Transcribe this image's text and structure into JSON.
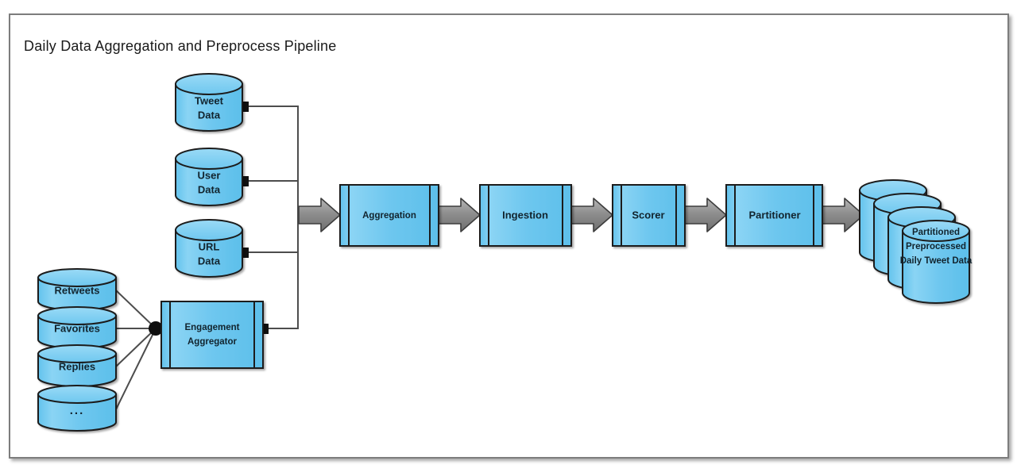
{
  "diagram": {
    "title": "Daily Data Aggregation and Preprocess Pipeline",
    "colors": {
      "node_fill": "#6ec7ef",
      "node_fill_light": "#8fd6f5",
      "node_stroke": "#1b1b1b",
      "arrow_fill": "#8c8c8c",
      "arrow_stroke": "#3d3d3d",
      "line": "#4d4d4d",
      "frame": "#7d7d7d",
      "text": "#12242e",
      "title_text": "#1a1a1a",
      "background": "#ffffff"
    },
    "sources": [
      {
        "id": "tweet-data",
        "label_line1": "Tweet",
        "label_line2": "Data",
        "shape": "cylinder"
      },
      {
        "id": "user-data",
        "label_line1": "User",
        "label_line2": "Data",
        "shape": "cylinder"
      },
      {
        "id": "url-data",
        "label_line1": "URL",
        "label_line2": "Data",
        "shape": "cylinder"
      }
    ],
    "engagement_sources": [
      {
        "id": "retweets",
        "label": "Retweets",
        "shape": "cylinder"
      },
      {
        "id": "favorites",
        "label": "Favorites",
        "shape": "cylinder"
      },
      {
        "id": "replies",
        "label": "Replies",
        "shape": "cylinder"
      },
      {
        "id": "more",
        "label": "...",
        "shape": "cylinder"
      }
    ],
    "aggregator": {
      "id": "engagement-aggregator",
      "label_line1": "Engagement",
      "label_line2": "Aggregator",
      "shape": "component"
    },
    "pipeline": [
      {
        "id": "aggregation",
        "label": "Aggregation",
        "shape": "component"
      },
      {
        "id": "ingestion",
        "label": "Ingestion",
        "shape": "component"
      },
      {
        "id": "scorer",
        "label": "Scorer",
        "shape": "component"
      },
      {
        "id": "partitioner",
        "label": "Partitioner",
        "shape": "component"
      }
    ],
    "output": {
      "id": "partitioned-output",
      "label_line1": "Partitioned",
      "label_line2": "Preprocessed",
      "label_line3": "Daily Tweet Data",
      "shape": "cylinder-stack",
      "stack_count": 4
    },
    "connectors": {
      "bus_label": "merge-bus",
      "junction_label": "engagement-junction",
      "arrow_count": 5,
      "port_count": 4
    }
  }
}
